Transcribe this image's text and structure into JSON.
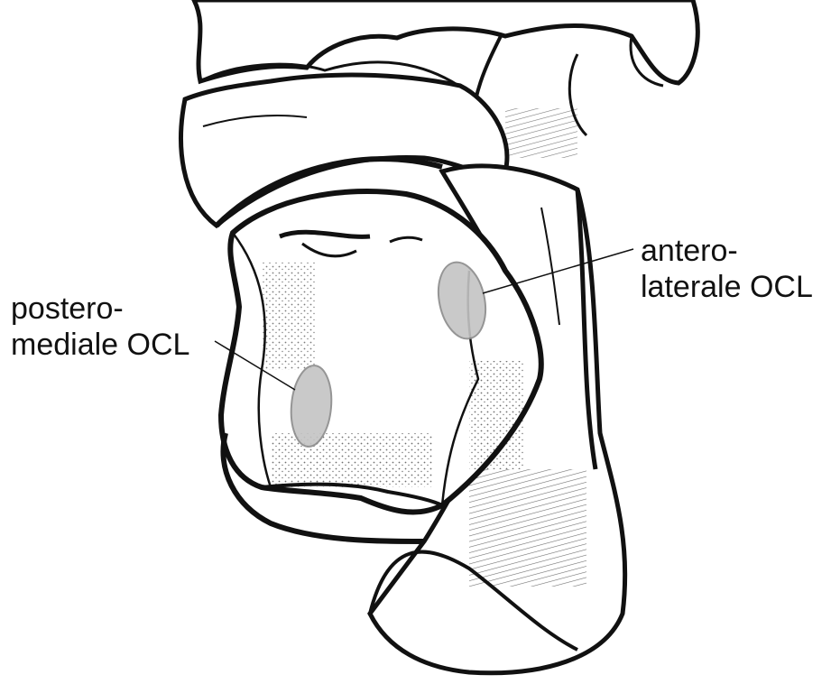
{
  "labels": {
    "anterolateral": {
      "line1": "antero-",
      "line2": "laterale OCL"
    },
    "posteromedial": {
      "line1": "postero-",
      "line2": "mediale OCL"
    }
  },
  "colors": {
    "background": "#ffffff",
    "ink": "#111111",
    "lesion_fill": "#c4c4c4",
    "lesion_stroke": "#8a8a8a"
  }
}
